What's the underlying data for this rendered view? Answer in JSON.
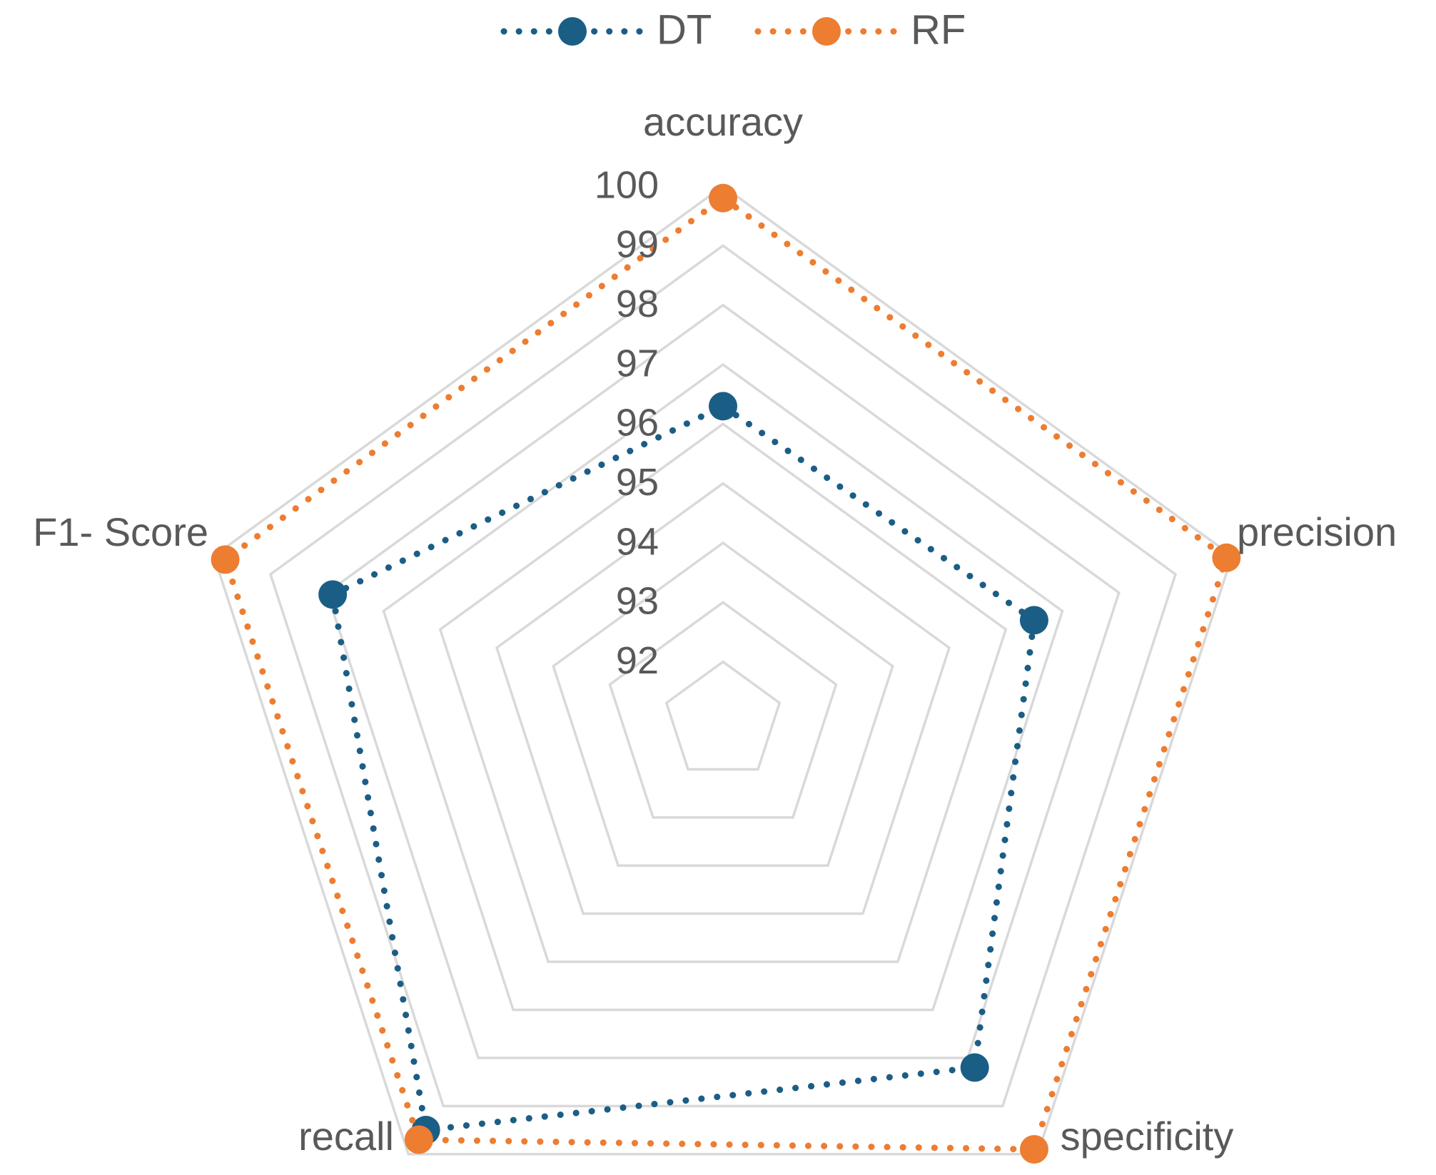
{
  "chart_data": {
    "type": "radar",
    "categories": [
      "accuracy",
      "precision",
      "specificity",
      "recall",
      "F1- Score"
    ],
    "r_ticks": [
      "92",
      "93",
      "94",
      "95",
      "96",
      "97",
      "98",
      "99",
      "100"
    ],
    "rlim": [
      91,
      100
    ],
    "grid": true,
    "legend_position": "top",
    "series": [
      {
        "name": "DT",
        "values": [
          96.3,
          96.5,
          98.2,
          99.5,
          97.9
        ],
        "color": "#1B5E85"
      },
      {
        "name": "RF",
        "values": [
          99.8,
          99.9,
          99.9,
          99.7,
          99.8
        ],
        "color": "#ED7D31"
      }
    ]
  }
}
